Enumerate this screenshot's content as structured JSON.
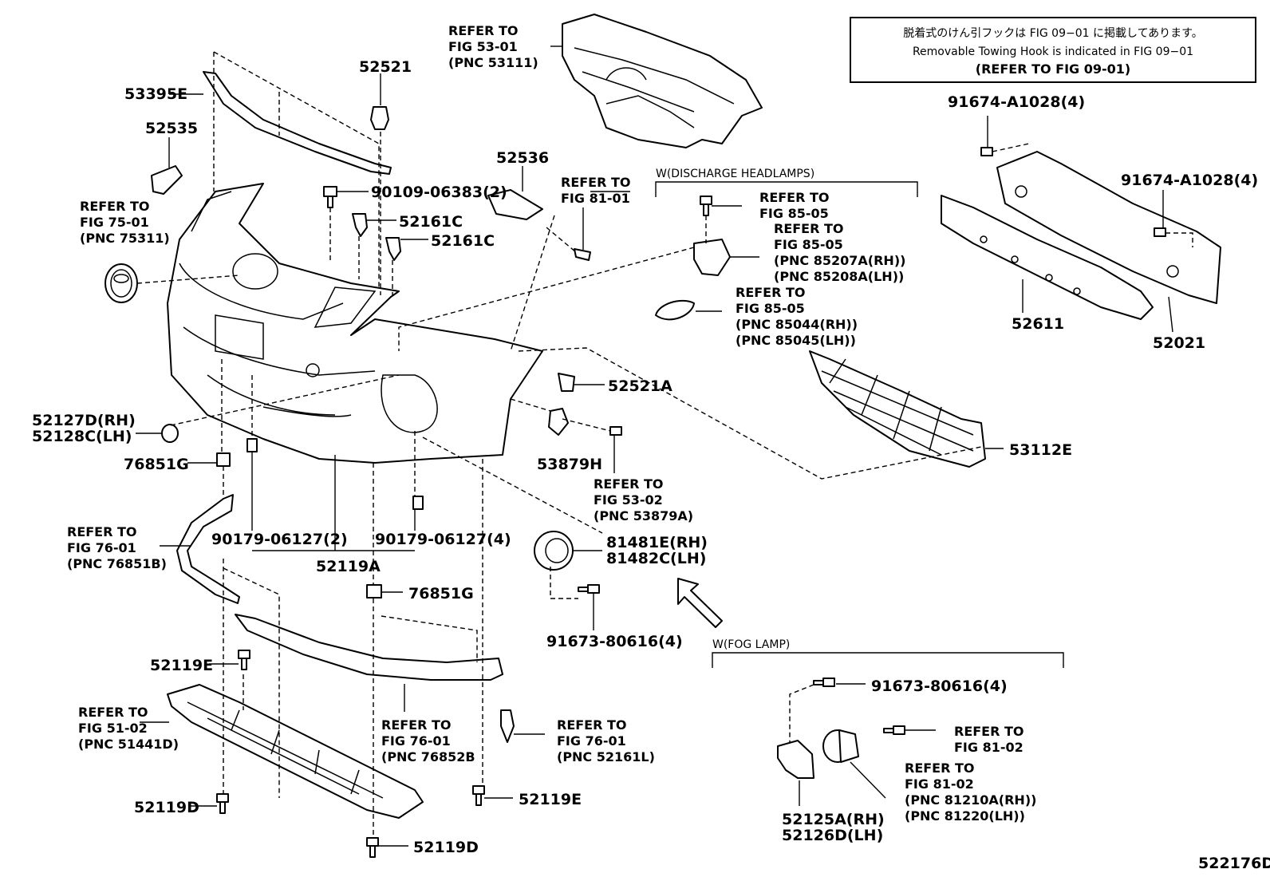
{
  "note": {
    "japanese": "脱着式のけん引フックは FIG 09−01 に掲載してあります。",
    "english": "Removable Towing Hook is indicated in FIG 09−01",
    "refer": "(REFER TO FIG 09-01)"
  },
  "sections": {
    "discharge": "W(DISCHARGE HEADLAMPS)",
    "fog": "W(FOG LAMP)"
  },
  "labels": {
    "p53395E": "53395E",
    "p52521": "52521",
    "p52535": "52535",
    "p52536": "52536",
    "p90109": "90109-06383(2)",
    "p52161C_a": "52161C",
    "p52161C_b": "52161C",
    "p52521A": "52521A",
    "p52127D": "52127D(RH)",
    "p52128C": "52128C(LH)",
    "p76851G_a": "76851G",
    "p53879H": "53879H",
    "p90179_a": "90179-06127(2)",
    "p90179_b": "90179-06127(4)",
    "p52119A": "52119A",
    "p76851G_b": "76851G",
    "p81481E": "81481E(RH)",
    "p81482C": "81482C(LH)",
    "p91673_a": "91673-80616(4)",
    "p52119E_a": "52119E",
    "p52119E_b": "52119E",
    "p52119D_a": "52119D",
    "p52119D_b": "52119D",
    "p53112E": "53112E",
    "p91674_a": "91674-A1028(4)",
    "p91674_b": "91674-A1028(4)",
    "p52611": "52611",
    "p52021": "52021",
    "p91673_b": "91673-80616(4)",
    "p52125A": "52125A(RH)",
    "p52126D": "52126D(LH)",
    "fig_id": "522176D"
  },
  "refs": {
    "r5301": [
      "REFER TO",
      "FIG 53-01",
      "(PNC 53111)"
    ],
    "r7501": [
      "REFER TO",
      "FIG 75-01",
      "(PNC 75311)"
    ],
    "r8101": [
      "REFER TO",
      "FIG 81-01"
    ],
    "r8505a": [
      "REFER TO",
      "FIG 85-05"
    ],
    "r8505b": [
      "REFER TO",
      "FIG 85-05",
      "(PNC 85207A(RH))",
      "(PNC 85208A(LH))"
    ],
    "r8505c": [
      "REFER TO",
      "FIG 85-05",
      "(PNC 85044(RH))",
      "(PNC 85045(LH))"
    ],
    "r5302": [
      "REFER TO",
      "FIG 53-02",
      "(PNC 53879A)"
    ],
    "r7601a": [
      "REFER TO",
      "FIG 76-01",
      "(PNC 76851B)"
    ],
    "r5102": [
      "REFER TO",
      "FIG 51-02",
      "(PNC 51441D)"
    ],
    "r7601b": [
      "REFER TO",
      "FIG 76-01",
      "(PNC 76852B"
    ],
    "r7601c": [
      "REFER TO",
      "FIG 76-01",
      "(PNC 52161L)"
    ],
    "r8102a": [
      "REFER TO",
      "FIG 81-02"
    ],
    "r8102b": [
      "REFER TO",
      "FIG 81-02",
      "(PNC 81210A(RH))",
      "(PNC 81220(LH))"
    ]
  }
}
